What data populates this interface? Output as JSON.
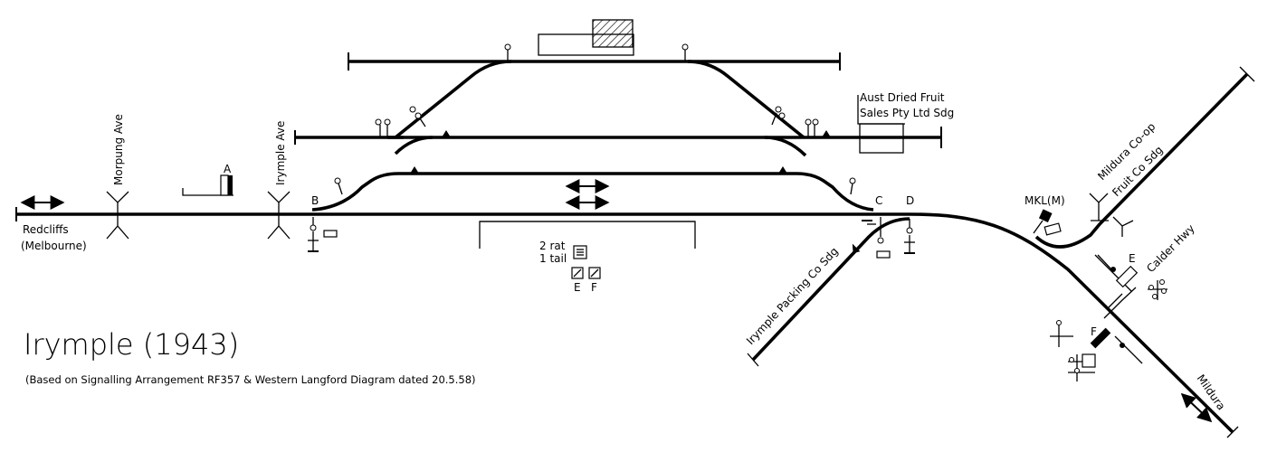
{
  "title": "Irymple (1943)",
  "subtitle": "(Based on Signalling Arrangement RF357 & Western Langford Diagram dated 20.5.58)",
  "places": {
    "redcliffs": "Redcliffs",
    "melbourne": "(Melbourne)",
    "mildura": "Mildura"
  },
  "roads": {
    "morpung": "Morpung Ave",
    "irymple_ave": "Irymple Ave",
    "calder": "Calder Hwy"
  },
  "sidings": {
    "adf_line1": "Aust Dried Fruit",
    "adf_line2": "Sales Pty Ltd Sdg",
    "mildura_coop_line1": "Mildura Co-op",
    "mildura_coop_line2": "Fruit Co Sdg",
    "irymple_packing": "Irymple Packing Co Sdg"
  },
  "points": {
    "a": "A",
    "b": "B",
    "c": "C",
    "d": "D",
    "e": "E",
    "f": "F"
  },
  "lever_frame": {
    "line1": "2 rat",
    "line2": "1 tail",
    "lever_e": "E",
    "lever_f": "F"
  },
  "key": {
    "mkl": "MKL(M)"
  }
}
